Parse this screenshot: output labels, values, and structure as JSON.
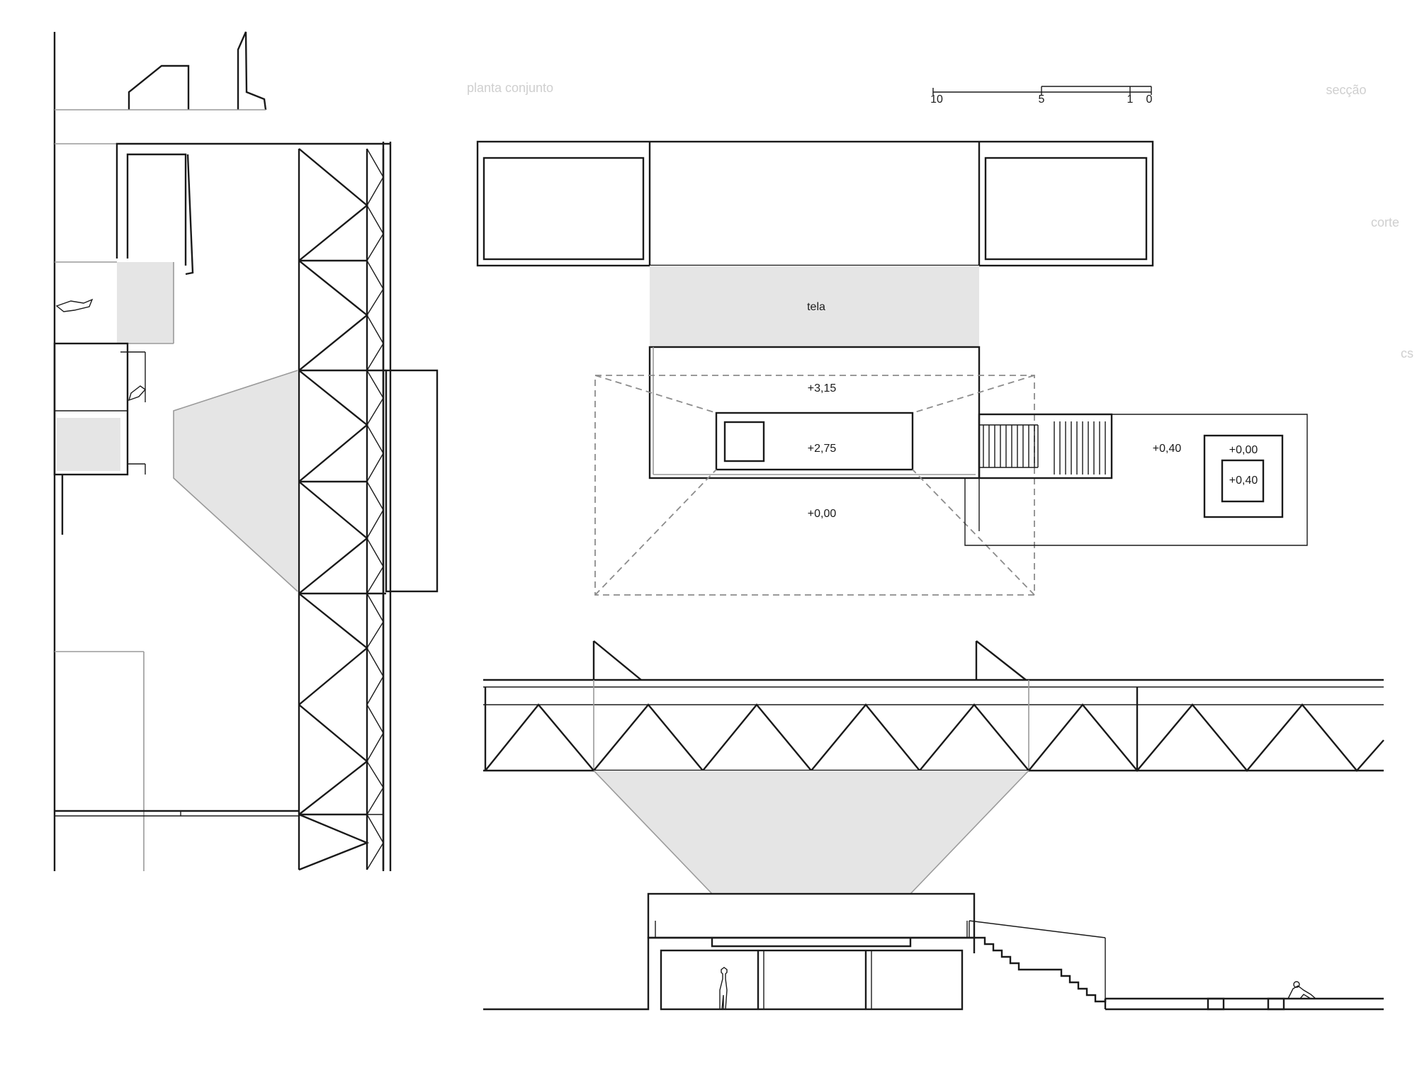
{
  "drawing": {
    "plan_labels": {
      "screen": "tela",
      "level_upper": "+3,15",
      "level_mid": "+2,75",
      "level_ground": "+0,00",
      "level_plaza": "+0,40",
      "level_pit_outer": "+0,00",
      "level_pit_inner": "+0,40"
    },
    "scale_bar": {
      "ticks": [
        "10",
        "5",
        "1",
        "0"
      ]
    },
    "faint_texts": {
      "center_title": "planta conjunto",
      "right_top": "secção",
      "right_mid": "corte",
      "right_small": "cs"
    },
    "colors": {
      "line": "#1a1a1a",
      "projection_fill": "#e5e5e5",
      "guide_line": "#9a9a9a"
    }
  }
}
